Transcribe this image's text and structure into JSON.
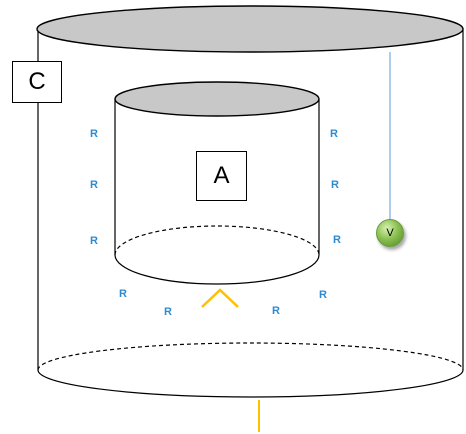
{
  "diagram": {
    "outer_label": "C",
    "inner_label": "A",
    "meter_label": "V",
    "r_labels": [
      "R",
      "R",
      "R",
      "R",
      "R",
      "R",
      "R",
      "R",
      "R",
      "R"
    ]
  },
  "colors": {
    "lid_fill": "#c8c8c8",
    "outline": "#000000",
    "r_label": "#2e8bd0",
    "suspension_wire": "#5b9bd5",
    "heater_wire": "#ffc000",
    "meter_fill": "#8cc152"
  }
}
